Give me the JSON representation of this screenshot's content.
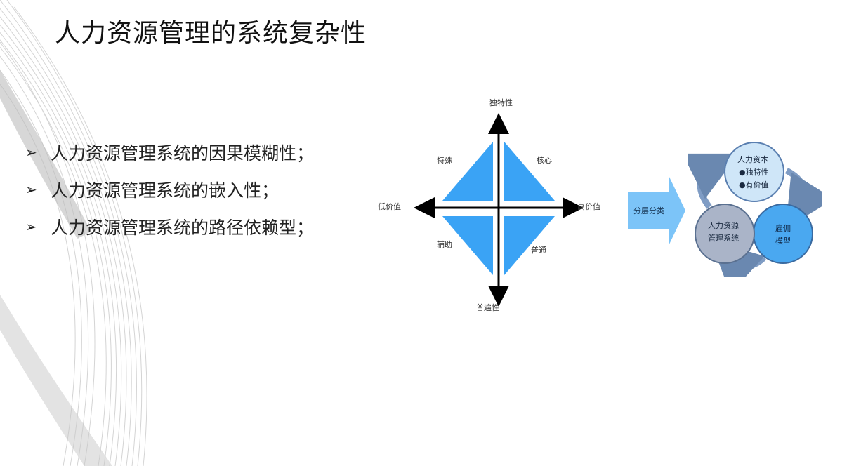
{
  "title": "人力资源管理的系统复杂性",
  "bullets": [
    "人力资源管理系统的因果模糊性；",
    "人力资源管理系统的嵌入性；",
    "人力资源管理系统的路径依赖型；"
  ],
  "bullet_icon": "arrow-bullet-icon",
  "quadrant": {
    "axis_top": "独特性",
    "axis_bottom": "普遍性",
    "axis_left": "低价值",
    "axis_right": "高价值",
    "q_top_left": "特殊",
    "q_top_right": "核心",
    "q_bottom_left": "辅助",
    "q_bottom_right": "普通",
    "fill_color": "#3aa3f5"
  },
  "flow_arrow_label": "分层分类",
  "cycle": {
    "top_title": "人力资本",
    "top_item1": "●独特性",
    "top_item2": "●有价值",
    "right_line1": "雇佣",
    "right_line2": "模型",
    "left_line1": "人力资源",
    "left_line2": "管理系统"
  }
}
